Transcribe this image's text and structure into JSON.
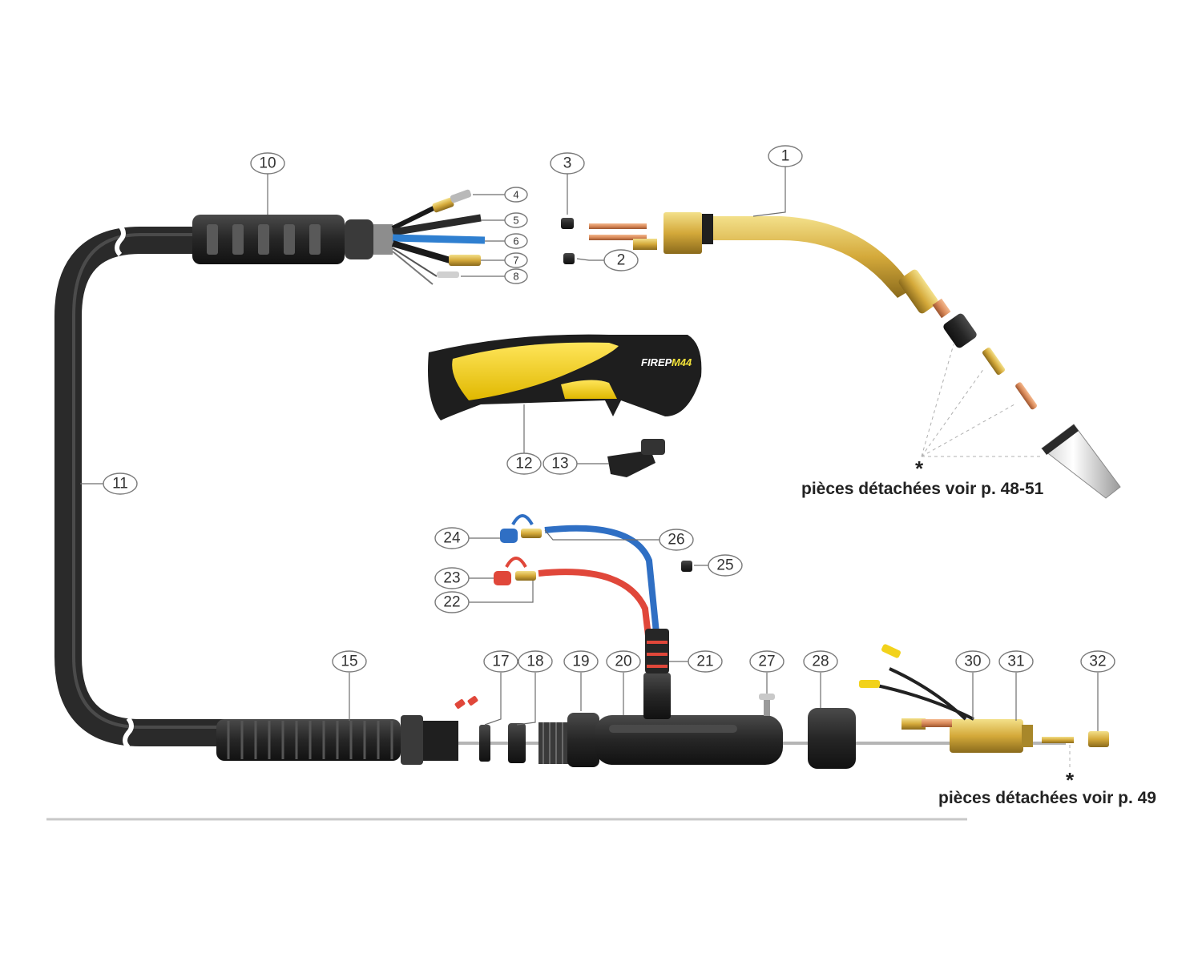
{
  "callouts": {
    "c1": "1",
    "c2": "2",
    "c3": "3",
    "c4": "4",
    "c5": "5",
    "c6": "6",
    "c7": "7",
    "c8": "8",
    "c10": "10",
    "c11": "11",
    "c12": "12",
    "c13": "13",
    "c15": "15",
    "c17": "17",
    "c18": "18",
    "c19": "19",
    "c20": "20",
    "c21": "21",
    "c22": "22",
    "c23": "23",
    "c24": "24",
    "c25": "25",
    "c26": "26",
    "c27": "27",
    "c28": "28",
    "c30": "30",
    "c31": "31",
    "c32": "32"
  },
  "notes": {
    "star": "*",
    "spare_parts_nozzle": "pièces détachées voir p. 48-51",
    "spare_parts_connector": "pièces détachées voir p. 49"
  },
  "handle_brand": {
    "name": "FIREP",
    "model": "M44"
  },
  "colors": {
    "handle_yellow": "#f2d21b",
    "handle_black": "#1e1e1e",
    "cable_black": "#262626",
    "brass": "#d9b84a",
    "copper": "#d98a5a",
    "hose_blue": "#2f6fc4",
    "hose_red": "#e0473a"
  }
}
